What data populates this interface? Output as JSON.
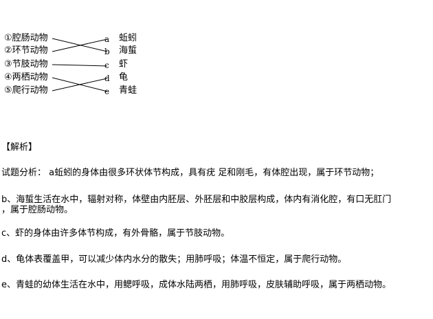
{
  "matching": {
    "left_items": [
      "①腔肠动物",
      "②环节动物",
      "③节肢动物",
      "④两栖动物",
      "⑤爬行动物"
    ],
    "letters": [
      "a",
      "b",
      "c",
      "d",
      "e"
    ],
    "right_items": [
      "蚯蚓",
      "海蜇",
      "虾",
      "龟",
      "青蛙"
    ],
    "connections": [
      [
        1,
        "b"
      ],
      [
        2,
        "a"
      ],
      [
        3,
        "c"
      ],
      [
        4,
        "e"
      ],
      [
        5,
        "d"
      ]
    ]
  },
  "analysis": {
    "header": "【解析】",
    "intro": "试题分析：  a蚯蚓的身体由很多环状体节构成，具有疣 足和刚毛，有体腔出现，属于环节动物；",
    "b_line1": "b、海蜇生活在水中，辐射对称，体壁由内胚层、外胚层和中胶层构成，体内有消化腔，有口无肛门",
    "b_line2": "，属于腔肠动物。",
    "c": "c、虾的身体由许多体节构成，有外骨骼，属于节肢动物。",
    "d": "d、龟体表覆盖甲，可以减少体内水分的散失；用肺呼吸；体温不恒定，属于爬行动物。",
    "e": "e、青蛙的幼体生活在水中，用鳃呼吸，成体水陆两栖，用肺呼吸，皮肤辅助呼吸，属于两栖动物。"
  }
}
